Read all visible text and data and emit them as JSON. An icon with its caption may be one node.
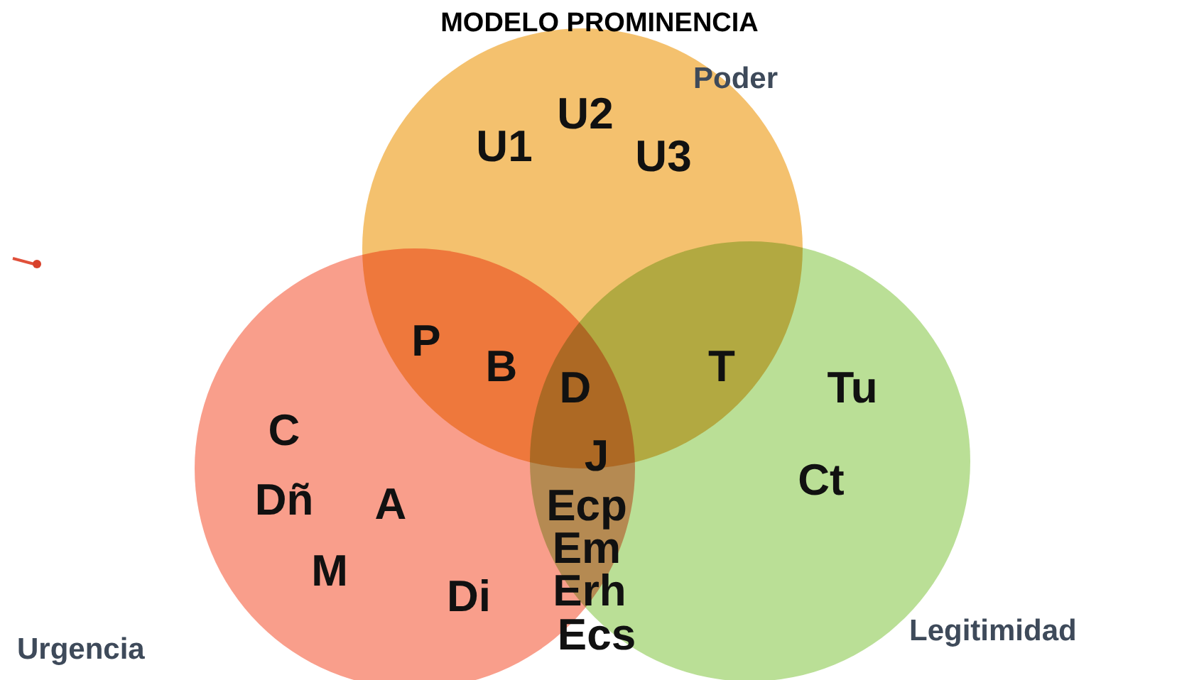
{
  "diagram": {
    "title": "MODELO PROMINENCIA",
    "nodes": [
      {
        "text": [
          "Poder"
        ]
      },
      {
        "text": [
          "Urgencia"
        ]
      },
      {
        "text": [
          "Legitimidad"
        ]
      }
    ],
    "labels": [
      "U2",
      "U1",
      "U3",
      "P",
      "B",
      "D",
      "T",
      "Tu",
      "C",
      "J",
      "Ct",
      "Dñ",
      "A",
      "Ecp",
      "M",
      "Em",
      "Di",
      "Erh",
      "Ecs"
    ]
  }
}
